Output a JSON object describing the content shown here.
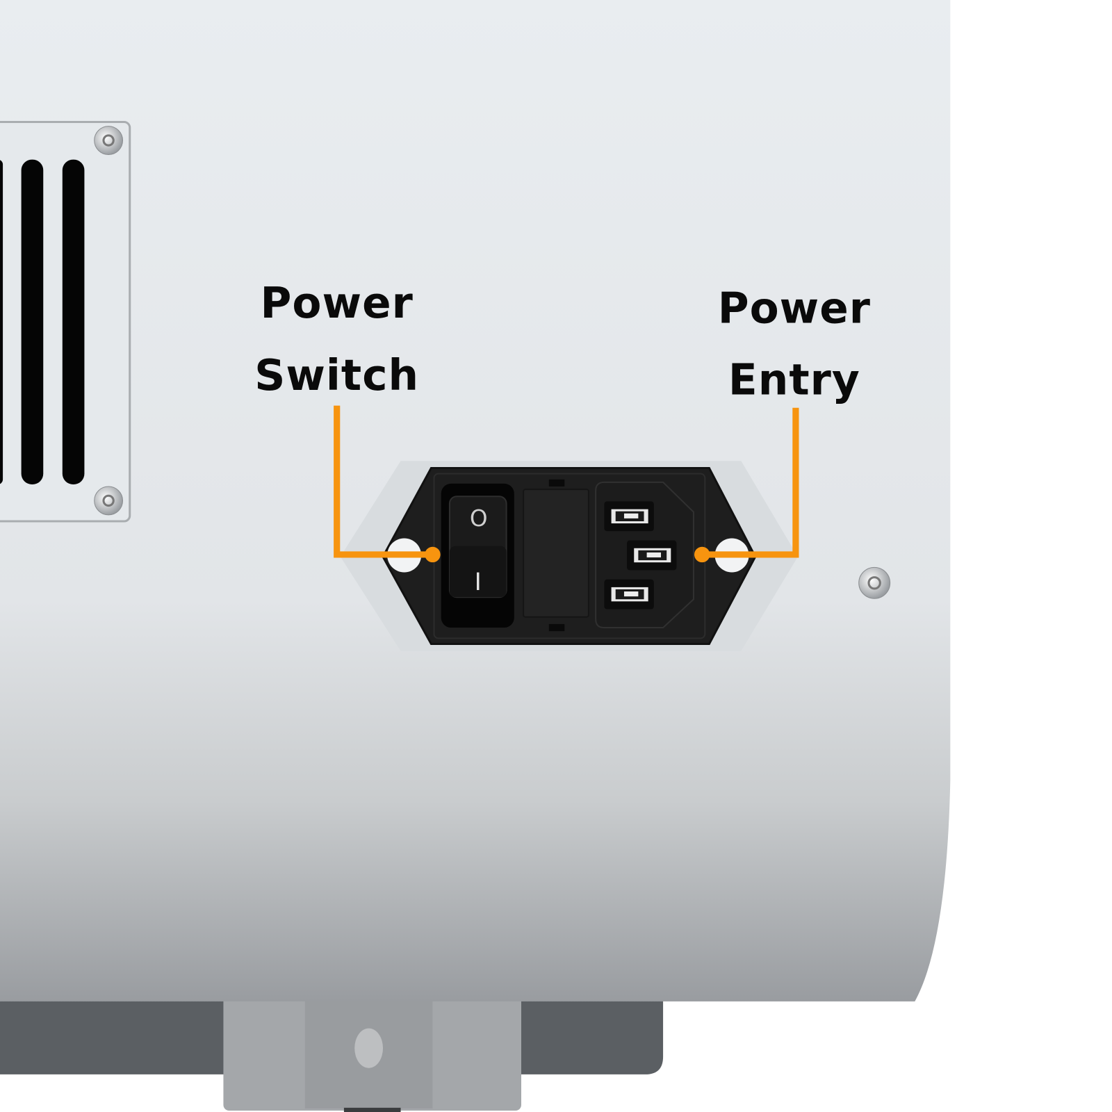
{
  "labels": {
    "power_switch": {
      "line1": "Power",
      "line2": "Switch"
    },
    "power_entry": {
      "line1": "Power",
      "line2": "Entry"
    }
  },
  "switch_symbols": {
    "off": "O",
    "on": "I"
  },
  "colors": {
    "callout": "#f7940f",
    "body_top": "#e9edf0",
    "body_bottom": "#9c9fa3",
    "module": "#1e1e1e",
    "base": "#5b5f63"
  }
}
